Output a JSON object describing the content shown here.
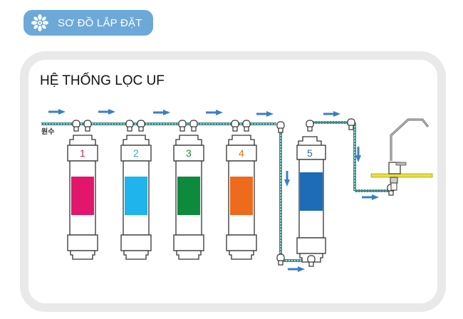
{
  "header": {
    "badge_label": "SƠ ĐỒ LẮP ĐẶT",
    "badge_icon": "flower-icon",
    "badge_color": "#6ca9d8"
  },
  "panel": {
    "title": "HỆ THỐNG LỌC UF",
    "source_label": "원수"
  },
  "filters": [
    {
      "number": "1",
      "color": "#e2166b",
      "number_color": "#d0215f"
    },
    {
      "number": "2",
      "color": "#1fb4ec",
      "number_color": "#2aa7e0"
    },
    {
      "number": "3",
      "color": "#0d8a3c",
      "number_color": "#1a8a3a"
    },
    {
      "number": "4",
      "color": "#ee6a1c",
      "number_color": "#e2731f"
    },
    {
      "number": "5",
      "color": "#1e6bb8",
      "number_color": "#2f6aa8"
    }
  ],
  "colors": {
    "pipe": "#3f8a86",
    "arrow": "#3b7fc4",
    "counter": "#e8df3a",
    "panel_border": "#e9e9e9"
  }
}
